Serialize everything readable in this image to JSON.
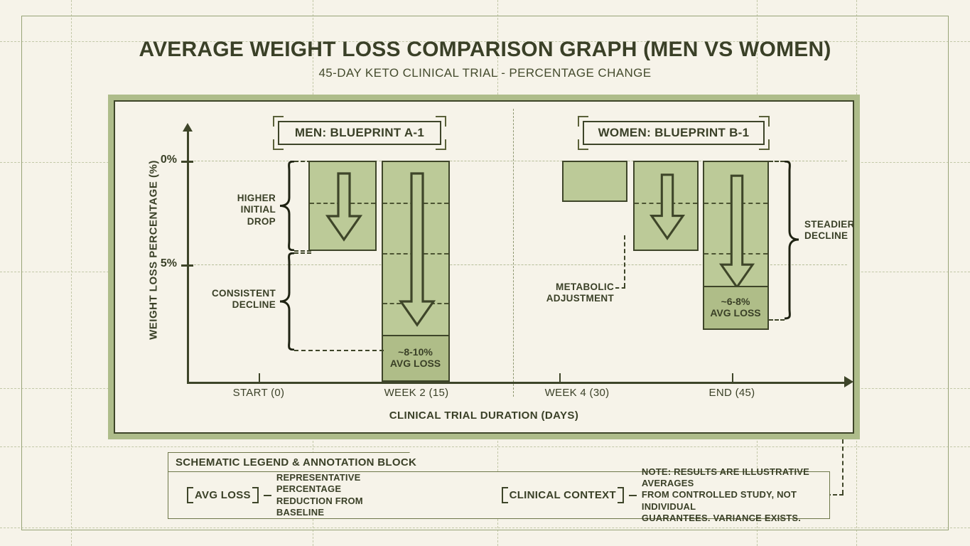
{
  "header": {
    "title": "AVERAGE WEIGHT LOSS COMPARISON GRAPH (MEN VS WOMEN)",
    "subtitle": "45-DAY KETO CLINICAL TRIAL - PERCENTAGE CHANGE"
  },
  "panels": {
    "left_label": "MEN: BLUEPRINT A-1",
    "right_label": "WOMEN: BLUEPRINT B-1"
  },
  "annotations": {
    "higher_initial_drop": "HIGHER\nINITIAL\nDROP",
    "higher_initial_drop_l1": "HIGHER",
    "higher_initial_drop_l2": "INITIAL",
    "higher_initial_drop_l3": "DROP",
    "consistent_decline_l1": "CONSISTENT",
    "consistent_decline_l2": "DECLINE",
    "metabolic_adjustment_l1": "METABOLIC",
    "metabolic_adjustment_l2": "ADJUSTMENT",
    "steadier_decline_l1": "STEADIER",
    "steadier_decline_l2": "DECLINE",
    "men_avg_value": "~8-10%",
    "men_avg_caption": "AVG LOSS",
    "women_avg_value": "~6-8%",
    "women_avg_caption": "AVG LOSS"
  },
  "legend": {
    "header": "SCHEMATIC LEGEND & ANNOTATION BLOCK",
    "items": [
      {
        "tag": "AVG LOSS",
        "line1": "REPRESENTATIVE PERCENTAGE",
        "line2": "REDUCTION FROM BASELINE",
        "line3": ""
      },
      {
        "tag": "CLINICAL CONTEXT",
        "line1": "NOTE: RESULTS ARE ILLUSTRATIVE AVERAGES",
        "line2": "FROM CONTROLLED STUDY, NOT INDIVIDUAL",
        "line3": "GUARANTEES. VARIANCE EXISTS."
      }
    ]
  },
  "colors": {
    "background": "#F6F3E9",
    "bar_fill": "#BCCA98",
    "bar_fill_dark": "#AFBD88",
    "ink": "#3E4529",
    "frame_band": "#AEBC8A",
    "grid": "#C3C8A8"
  },
  "chart_data": {
    "type": "bar",
    "title": "AVERAGE WEIGHT LOSS COMPARISON GRAPH (MEN VS WOMEN)",
    "subtitle": "45-DAY KETO CLINICAL TRIAL - PERCENTAGE CHANGE",
    "xlabel": "CLINICAL TRIAL DURATION (DAYS)",
    "ylabel": "WEIGHT LOSS PERCENTAGE (%)",
    "ylim": [
      0,
      11
    ],
    "y_inverted": true,
    "yticks": [
      0,
      5
    ],
    "ytick_labels": [
      "0%",
      "5%"
    ],
    "categories": [
      "START (0)",
      "WEEK 2 (15)",
      "WEEK 4 (30)",
      "END (45)"
    ],
    "grid": true,
    "legend_position": "below-chart",
    "series": [
      {
        "name": "MEN: BLUEPRINT A-1",
        "bars": [
          {
            "x": "START (0)",
            "value": 4.3,
            "arrow": true,
            "label": null
          },
          {
            "x": "WEEK 2 (15)",
            "value": 9.0,
            "arrow": true,
            "label": "~8-10% AVG LOSS"
          }
        ]
      },
      {
        "name": "WOMEN: BLUEPRINT B-1",
        "bars": [
          {
            "x": "WEEK 4 (30)",
            "value": 1.8,
            "arrow": false,
            "label": null
          },
          {
            "x": "WEEK 4 (30)",
            "value": 4.2,
            "arrow": true,
            "label": null
          },
          {
            "x": "END (45)",
            "value": 7.0,
            "arrow": true,
            "label": "~6-8% AVG LOSS"
          }
        ]
      }
    ]
  }
}
